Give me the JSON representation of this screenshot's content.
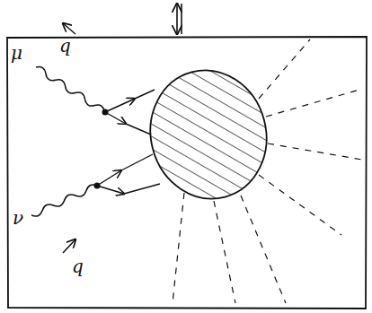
{
  "diagram": {
    "labels": [
      "μ",
      "q",
      "ν",
      "q"
    ]
  }
}
